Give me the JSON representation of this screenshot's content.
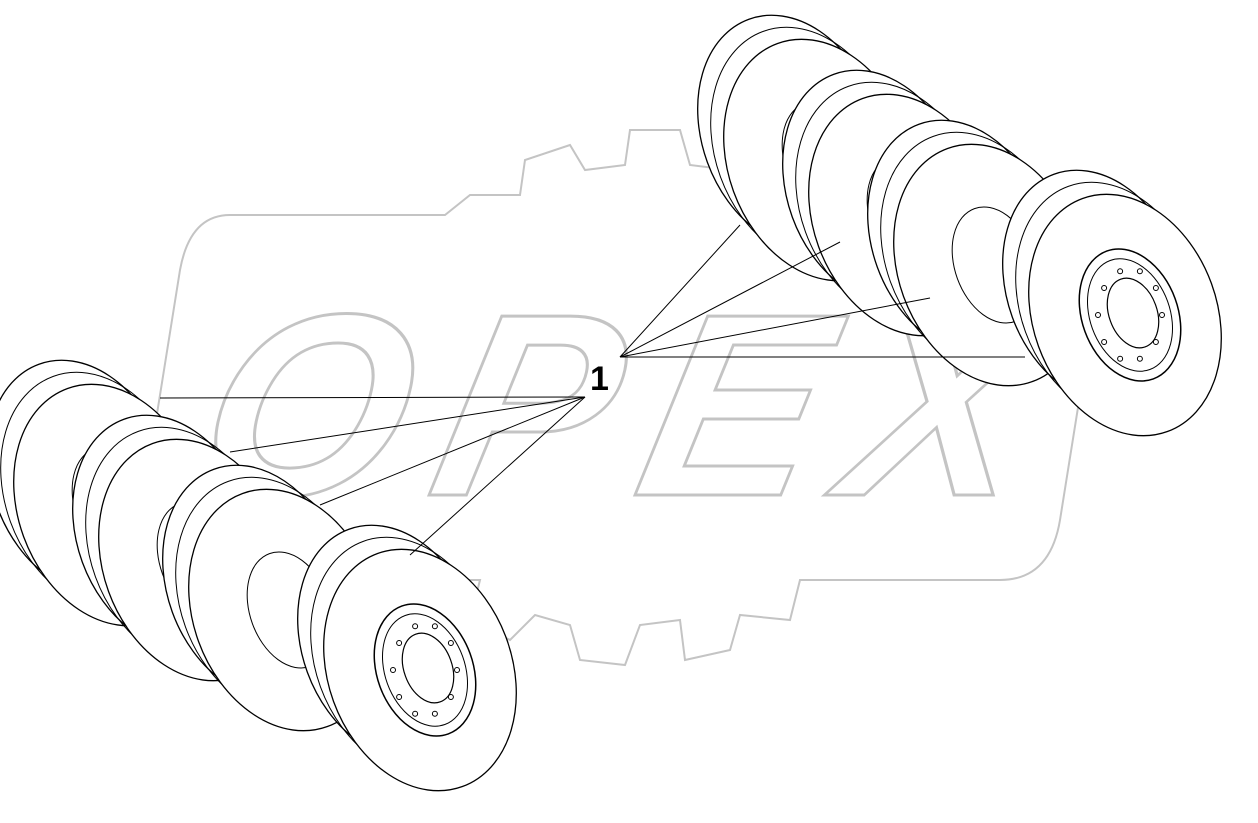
{
  "diagram": {
    "callout_label": "1",
    "watermark_text": "OPEX",
    "colors": {
      "line": "#000000",
      "watermark": "#c4c4c4",
      "background": "#ffffff"
    },
    "left_group_wheel_count": 4,
    "right_group_wheel_count": 4
  }
}
